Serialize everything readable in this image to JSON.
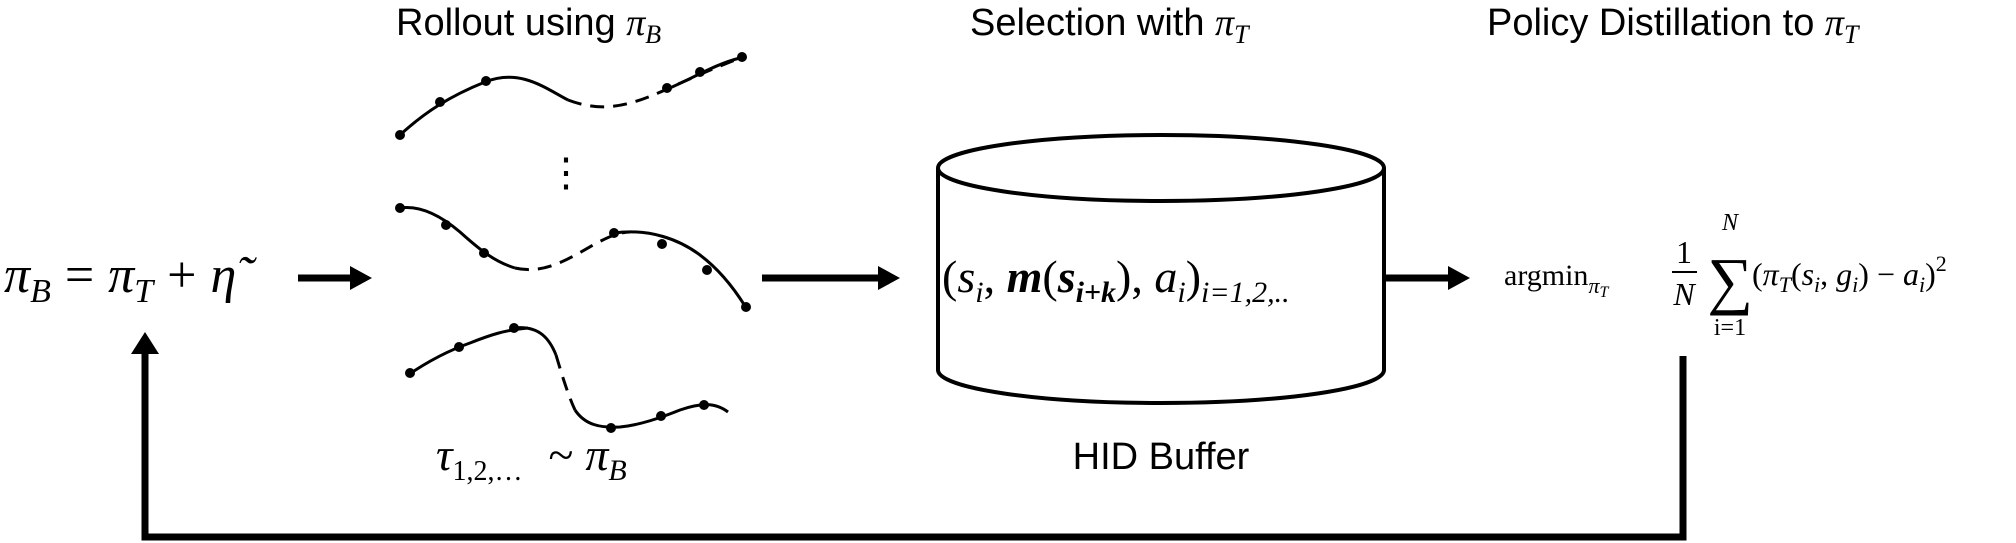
{
  "headings": {
    "rollout_text": "Rollout using ",
    "rollout_pi": "π",
    "rollout_sub": "B",
    "selection_text": "Selection with ",
    "selection_pi": "π",
    "selection_sub": "T",
    "distill_text": "Policy Distillation to ",
    "distill_pi": "π",
    "distill_sub": "T"
  },
  "policy_equation": {
    "lhs_pi": "π",
    "lhs_sub": "B",
    "eq": "=",
    "rhs_pi": "π",
    "rhs_sub": "T",
    "plus": "+",
    "noise": "η̃"
  },
  "ellipsis": "⋮",
  "trajectory_label": {
    "tau": "τ",
    "tau_sub": "1,2,…",
    "sim": "~",
    "pi": "π",
    "pi_sub": "B"
  },
  "buffer": {
    "content_open": "(",
    "s": "s",
    "s_sub": "i",
    "comma1": ", ",
    "m": "m",
    "paren_open2": "(",
    "s2": "s",
    "s2_sub": "i+k",
    "paren_close2": ")",
    "comma2": ", ",
    "a": "a",
    "a_sub": "i",
    "content_close": ")",
    "index_sub": "i=1,2,..",
    "label": "HID Buffer"
  },
  "objective": {
    "argmin": "argmin",
    "argmin_sub_pi": "π",
    "argmin_sub_t": "T",
    "frac_num": "1",
    "frac_den": "N",
    "sum_symbol": "∑",
    "sum_upper": "N",
    "sum_lower": "i=1",
    "open": "(",
    "pi": "π",
    "pi_sub": "T",
    "args_open": "(",
    "s": "s",
    "s_sub": "i",
    "comma": ", ",
    "g": "g",
    "g_sub": "i",
    "args_close": ")",
    "minus": " − ",
    "a": "a",
    "a_sub": "i",
    "close": ")",
    "power": "2"
  }
}
